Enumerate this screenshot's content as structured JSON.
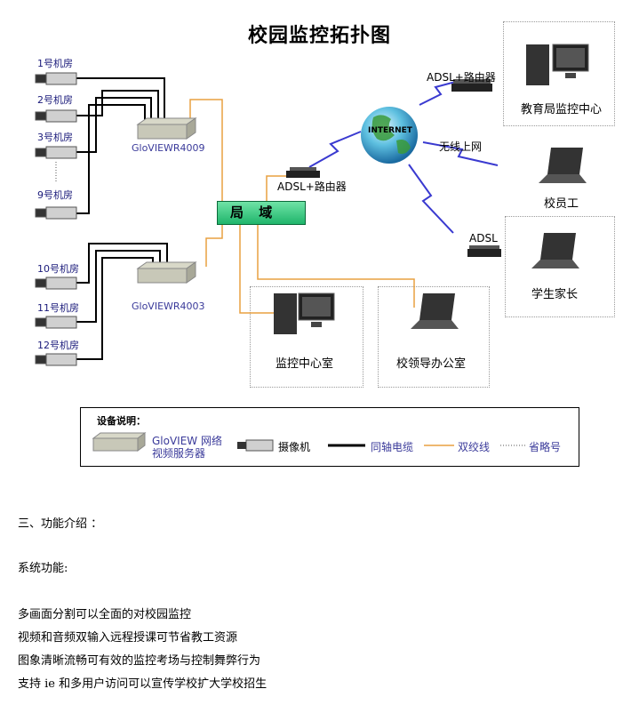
{
  "title": "校园监控拓扑图",
  "cameras_group1": [
    "1号机房",
    "2号机房",
    "3号机房",
    "9号机房"
  ],
  "cameras_group2": [
    "10号机房",
    "11号机房",
    "12号机房"
  ],
  "server1_label": "GloVIEWR4009",
  "server2_label": "GloVIEWR4003",
  "lan_label": "局 域",
  "internet_label": "INTERNET",
  "adsl_router_top": "ADSL+路由器",
  "adsl_router_local": "ADSL+路由器",
  "wireless_label": "无线上网",
  "adsl_label": "ADSL",
  "rooms": {
    "education_bureau": "教育局监控中心",
    "staff": "校员工",
    "parents": "学生家长",
    "monitor_center": "监控中心室",
    "leader_office": "校领导办公室"
  },
  "legend": {
    "title": "设备说明：",
    "server": "GloVIEW 网络视频服务器",
    "camera": "摄像机",
    "coax": "同轴电缆",
    "twisted": "双绞线",
    "ellipsis": "省略号"
  },
  "section_heading": "三、功能介绍 ：",
  "system_label": "系统功能:",
  "features": [
    "多画面分割可以全面的对校园监控",
    "视频和音频双输入远程授课可节省教工资源",
    "图象清晰流畅可有效的监控考场与控制舞弊行为",
    "支持 ie 和多用户访问可以宣传学校扩大学校招生"
  ],
  "colors": {
    "coax": "#000000",
    "twisted": "#e8a040",
    "wireless": "#3a3ad0",
    "lan": "#2ecc71"
  }
}
